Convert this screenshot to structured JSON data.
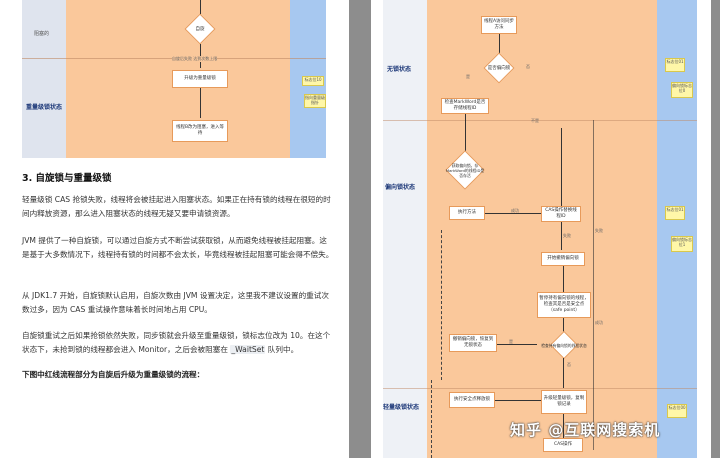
{
  "left_diagram": {
    "lane_label_top": "阻塞的",
    "lane_label_bottom": "重量级锁状态",
    "decision_label": "自旋",
    "edge_label_fail": "自旋后失败 达到次数上限",
    "box_upgrade": "升级为重量级锁",
    "box_block": "线程B改为阻塞，进入等待",
    "notes": [
      "标志位10",
      "指向重量级指针"
    ]
  },
  "section_title": "3. 自旋锁与重量级锁",
  "paragraphs": [
    {
      "parts": [
        "轻量级锁 CAS 抢锁失败，线程将会被挂起进入阻塞状态。如果正在持有锁的线程在很短的时间内释放资源，那么进入阻塞状态的线程无疑又要申请锁资源。"
      ]
    },
    {
      "parts": [
        "JVM 提供了一种自旋锁，可以通过自旋方式不断尝试获取锁，从而避免线程被挂起阻塞。这是基于大多数情况下，线程持有锁的时间都不会太长，毕竟线程被挂起阻塞可能会得不偿失。"
      ]
    },
    {
      "parts": [
        "从 JDK1.7 开始，自旋锁默认启用，自旋次数由 JVM 设置决定，这里我不建议设置的重试次数过多，因为 CAS 重试操作意味着长时间地占用 CPU。"
      ]
    },
    {
      "parts": [
        "自旋锁重试之后如果抢锁依然失败，同步锁就会升级至重量级锁，锁标志位改为 10。在这个状态下，未抢到锁的线程都会进入 Monitor，之后会被阻塞在 ",
        "_WaitSet",
        " 队列中。"
      ]
    }
  ],
  "bold_line": "下图中红线流程部分为自旋后升级为重量级锁的流程：",
  "right_diagram": {
    "lane_labels": [
      "无锁状态",
      "偏向锁状态",
      "轻量级锁状态"
    ],
    "start_box": "线程A访问同步方法",
    "decision_biased": "是否偏向锁",
    "box_check_markword": "检查MarkWord是否存储线程ID",
    "decision_markword": "获取偏向锁，存MarkWord的线程ID是否存活",
    "box_execute": "执行方法",
    "box_cas": "CAS操作替换线程ID",
    "box_revoke": "开始撤销偏向锁",
    "box_pause": "暂停持有偏向锁的线程，检查其是否是安全点（safe point）",
    "decision_upgrade": "检查持有偏向锁的线程状态",
    "box_release": "撤销偏向锁，恢复到无锁状态",
    "box_safe": "执行安全点释放锁",
    "box_lightweight": "升级轻量级锁，复制锁记录",
    "box_cas2": "CAS操作",
    "edge_labels": [
      "是",
      "否",
      "不是",
      "成功",
      "失败",
      "是",
      "否",
      "失败",
      "成功"
    ],
    "notes_top": [
      "标志位01",
      "偏向锁标志位0"
    ],
    "notes_mid": [
      "标志位01",
      "偏向锁标志位1"
    ],
    "notes_bottom": [
      "标志位00"
    ]
  },
  "watermark": "知乎 @互联网搜索机"
}
